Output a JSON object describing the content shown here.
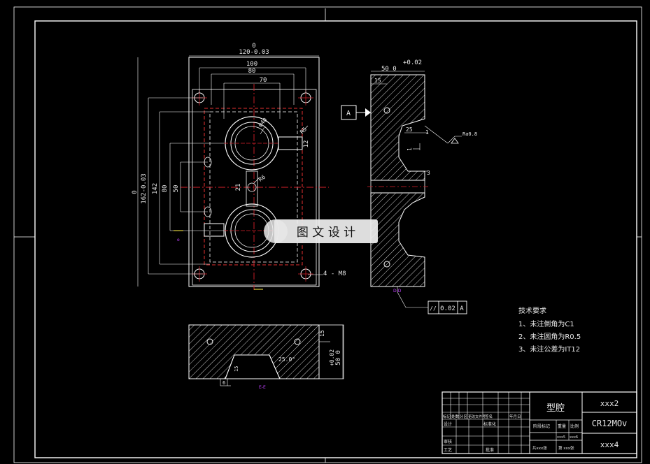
{
  "colors": {
    "background": "#000000",
    "line": "#ffffff",
    "centerline": "#d8202a",
    "hidden": "#e33030",
    "magenta": "#c040ff",
    "yellow": "#e0d040"
  },
  "front_view": {
    "top_dim_0": "0",
    "top_dim_120": "120-0.03",
    "dim_100": "100",
    "dim_80": "80",
    "dim_70": "70",
    "left_dim_0": "0",
    "left_dim_162": "162-0.03",
    "dim_142": "142",
    "dim_80v": "80",
    "dim_50": "50",
    "dim_21": "21",
    "dim_r6": "R6",
    "dim_phi": "φ40",
    "dim_r5": "R5",
    "dim_12": "12",
    "holes_note": "4 - M8",
    "section_mark": "e"
  },
  "side_view": {
    "dim_50": "50  0",
    "dim_tol": "+0.02",
    "dim_15": "15",
    "dim_25": "25",
    "dim_1a": "1",
    "dim_1b": "1",
    "dim_3": "3",
    "roughness": "Ra0.8",
    "datum": "A",
    "tol_parallel": "//",
    "tol_value": "0.02",
    "tol_datum": "A",
    "section_label": "D-D"
  },
  "bottom_view": {
    "dim_15": "15",
    "dim_50": "50  0",
    "dim_tol": "+0.02",
    "dim_angle": "25.0°",
    "dim_15b": "15",
    "dim_6": "6",
    "section_label": "E-E"
  },
  "watermark": "图 文 设 计",
  "tech_requirements": {
    "title": "技术要求",
    "items": [
      "1、未注倒角为C1",
      "2、未注圆角为R0.5",
      "3、未注公差为IT12"
    ]
  },
  "title_block": {
    "part_name": "型腔",
    "code_top": "xxx2",
    "material": "CR12MOv",
    "code_bottom": "xxx4",
    "row_labels_a": [
      "标记",
      "处数",
      "分区",
      "更改文件号",
      "签名",
      "年月日"
    ],
    "designer": "设计",
    "standardized": "标准化",
    "review": "审核",
    "process": "工艺",
    "approved": "批准",
    "stage_mark": "阶段标记",
    "weight": "重量",
    "scale": "比例",
    "w_val": "xxx5",
    "s_val": "xxx6",
    "sheets_total": "共xxx张",
    "sheet_no": "第 xxx张"
  }
}
